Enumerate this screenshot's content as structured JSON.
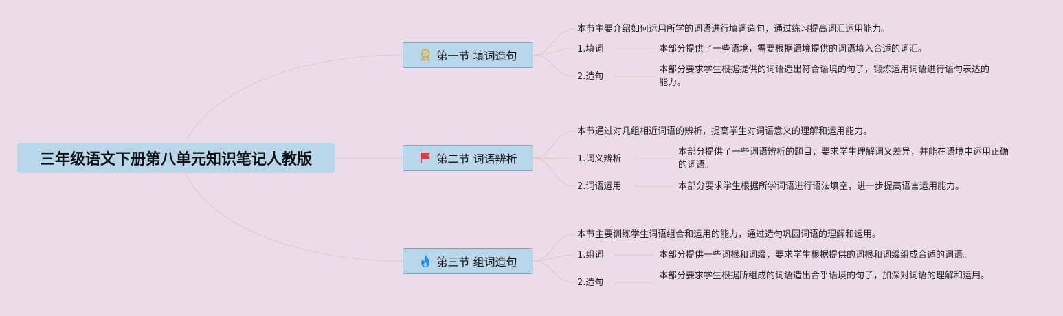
{
  "root": {
    "title": "三年级语文下册第八单元知识笔记人教版"
  },
  "sections": [
    {
      "title": "第一节 填词造句",
      "icon": "award-medal-icon",
      "summary": "本节主要介绍如何运用所学的词语进行填词造句，通过练习提高词汇运用能力。",
      "items": [
        {
          "label": "1.填词",
          "desc": "本部分提供了一些语境，需要根据语境提供的词语填入合适的词汇。"
        },
        {
          "label": "2.造句",
          "desc": "本部分要求学生根据提供的词语造出符合语境的句子，锻炼运用词语进行语句表达的能力。"
        }
      ]
    },
    {
      "title": "第二节 词语辨析",
      "icon": "red-flag-icon",
      "summary": "本节通过对几组相近词语的辨析，提高学生对词语意义的理解和运用能力。",
      "items": [
        {
          "label": "1.词义辨析",
          "desc": "本部分提供了一些词语辨析的题目，要求学生理解词义差异，并能在语境中运用正确的词语。"
        },
        {
          "label": "2.词语运用",
          "desc": "本部分要求学生根据所学词语进行语法填空，进一步提高语言运用能力。"
        }
      ]
    },
    {
      "title": "第三节 组词造句",
      "icon": "flame-icon",
      "summary": "本节主要训练学生词语组合和运用的能力，通过造句巩固词语的理解和运用。",
      "items": [
        {
          "label": "1.组词",
          "desc": "本部分提供一些词根和词缀，要求学生根据提供的词根和词缀组成合适的词语。"
        },
        {
          "label": "2.造句",
          "desc": "本部分要求学生根据所组成的词语造出合乎语境的句子，加深对词语的理解和运用。"
        }
      ]
    }
  ]
}
